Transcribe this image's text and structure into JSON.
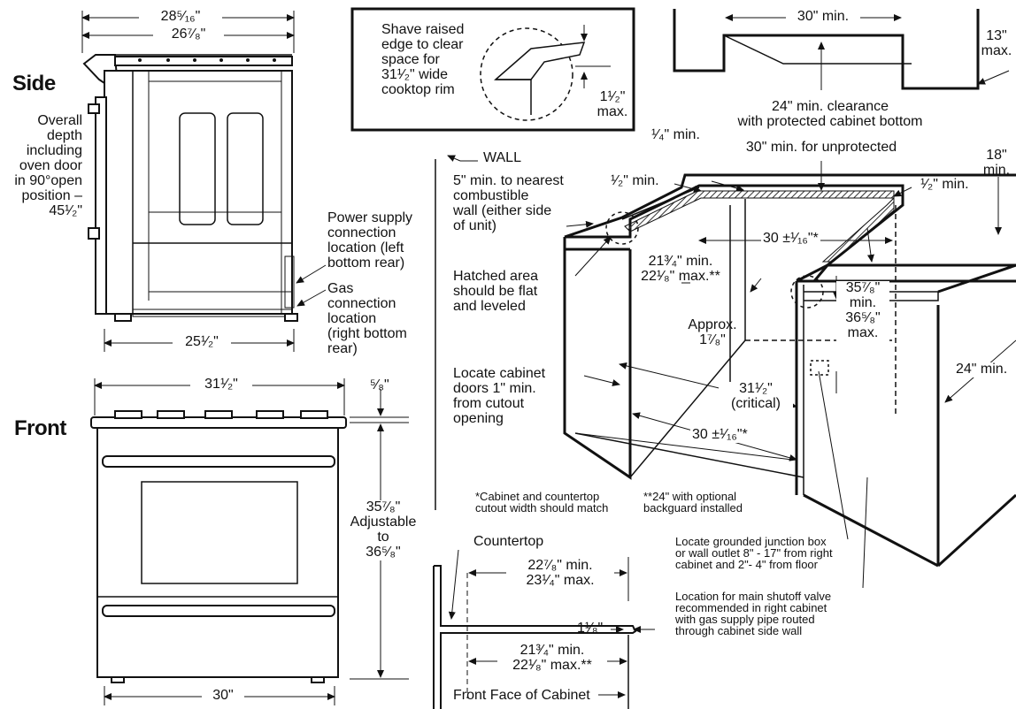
{
  "side": {
    "title": "Side",
    "width_overall": "28⁵⁄₁₆\"",
    "width_body": "26⁷⁄₈\"",
    "depth_label": "Overall\ndepth\nincluding\noven door\nin 90°open\nposition –\n45¹⁄₂\"",
    "base_depth": "25¹⁄₂\"",
    "power_label": "Power supply\nconnection\nlocation (left\nbottom rear)",
    "gas_label": "Gas\nconnection\nlocation\n(right bottom\nrear)"
  },
  "front": {
    "title": "Front",
    "width_top": "31¹⁄₂\"",
    "rim": "⁵⁄₈\"",
    "height_label": "35⁷⁄₈\"\nAdjustable\nto\n36⁵⁄₈\"",
    "width_base": "30\""
  },
  "inset": {
    "text": "Shave raised\nedge to clear\nspace for\n31¹⁄₂\" wide\ncooktop rim",
    "max": "1¹⁄₂\"\nmax."
  },
  "cabinet": {
    "upper_width": "30\" min.",
    "upper_side": "13\"\nmax.",
    "clearance_protected": "24\" min. clearance\nwith protected cabinet bottom",
    "clearance_unprotected": "30\" min. for unprotected",
    "upper_height": "18\"\nmin.",
    "quarter_min": "¹⁄₄\" min.",
    "wall": "WALL",
    "combustible": "5\" min. to nearest\ncombustible\nwall (either side\nof unit)",
    "half_min_left": "¹⁄₂\" min.",
    "half_min_right": "¹⁄₂\" min.",
    "cutout_width": "30 ±¹⁄₁₆\"*",
    "depth_range": "21³⁄₄\" min.\n22¹⁄₈\" max.**",
    "hatched": "Hatched area\nshould be flat\nand leveled",
    "height_range": "35⁷⁄₈\"\nmin.\n36⁵⁄₈\"\nmax.",
    "approx": "Approx.\n1⁷⁄₈\"",
    "locate_doors": "Locate cabinet\ndoors 1\" min.\nfrom cutout\nopening",
    "critical": "31¹⁄₂\"\n(critical)",
    "cutout_width_lower": "30 ±¹⁄₁₆\"*",
    "side_24": "24\" min.",
    "note1": "*Cabinet and countertop\ncutout width should match",
    "note2": "**24\" with optional\nbackguard installed"
  },
  "countertop": {
    "label": "Countertop",
    "top_range": "22⁷⁄₈\" min.\n23¹⁄₄\" max.",
    "eighth": "1¹⁄₈\"",
    "bottom_range": "21³⁄₄\" min.\n22¹⁄₈\" max.**",
    "front_face": "Front Face of Cabinet"
  },
  "notes": {
    "junction": "Locate grounded junction box\nor wall outlet 8\" - 17\" from right\ncabinet and 2\"- 4\" from floor",
    "shutoff": "Location for main shutoff valve\nrecommended in right cabinet\nwith gas supply pipe routed\nthrough cabinet side wall"
  },
  "colors": {
    "ink": "#111111",
    "paper": "#ffffff",
    "hatch": "#888888"
  }
}
